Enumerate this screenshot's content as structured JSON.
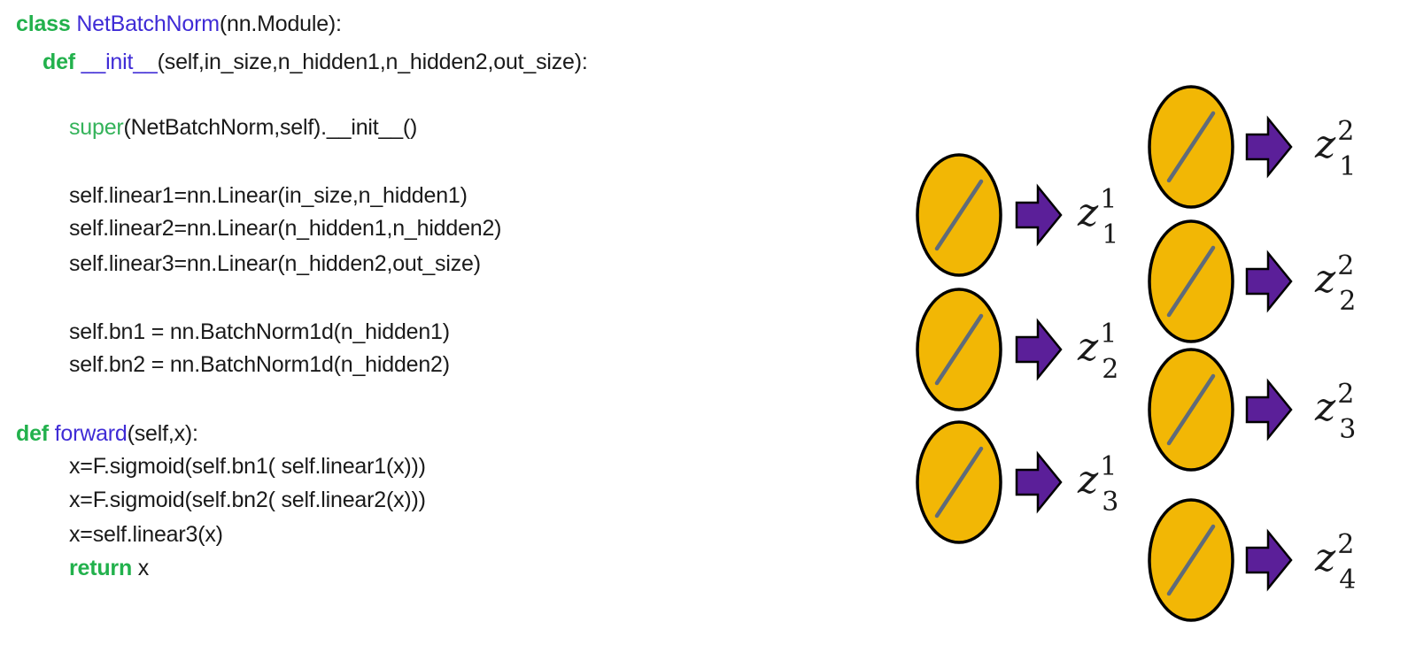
{
  "code": {
    "class_keyword": "class",
    "class_name": "NetBatchNorm",
    "class_rest": "(nn.Module):",
    "def_keyword": "def",
    "init_name": "__init__",
    "init_args": "(self,in_size,n_hidden1,n_hidden2,out_size):",
    "super_name": "super",
    "super_rest": "(NetBatchNorm,self).__init__()",
    "linear1": "self.linear1=nn.Linear(in_size,n_hidden1)",
    "linear2": "self.linear2=nn.Linear(n_hidden1,n_hidden2)",
    "linear3": "self.linear3=nn.Linear(n_hidden2,out_size)",
    "bn1": "self.bn1 = nn.BatchNorm1d(n_hidden1)",
    "bn2": "self.bn2 = nn.BatchNorm1d(n_hidden2)",
    "forward_keyword": "def",
    "forward_name": "forward",
    "forward_args": "(self,x):",
    "fwd1": "x=F.sigmoid(self.bn1( self.linear1(x)))",
    "fwd2": "x=F.sigmoid(self.bn2( self.linear2(x)))",
    "fwd3": "x=self.linear3(x)",
    "return_keyword": "return",
    "return_rest": " x"
  },
  "colors": {
    "keyword": "#22b14c",
    "function_name": "#3f2bd6",
    "neuron_fill": "#f2b705",
    "neuron_stroke": "#000000",
    "arrow_fill": "#5b1f99",
    "slash": "#5f6b7a"
  },
  "layers": [
    {
      "neurons": [
        {
          "var": "z",
          "sub": "1",
          "sup": "1"
        },
        {
          "var": "z",
          "sub": "2",
          "sup": "1"
        },
        {
          "var": "z",
          "sub": "3",
          "sup": "1"
        }
      ]
    },
    {
      "neurons": [
        {
          "var": "z",
          "sub": "1",
          "sup": "2"
        },
        {
          "var": "z",
          "sub": "2",
          "sup": "2"
        },
        {
          "var": "z",
          "sub": "3",
          "sup": "2"
        },
        {
          "var": "z",
          "sub": "4",
          "sup": "2"
        }
      ]
    }
  ]
}
